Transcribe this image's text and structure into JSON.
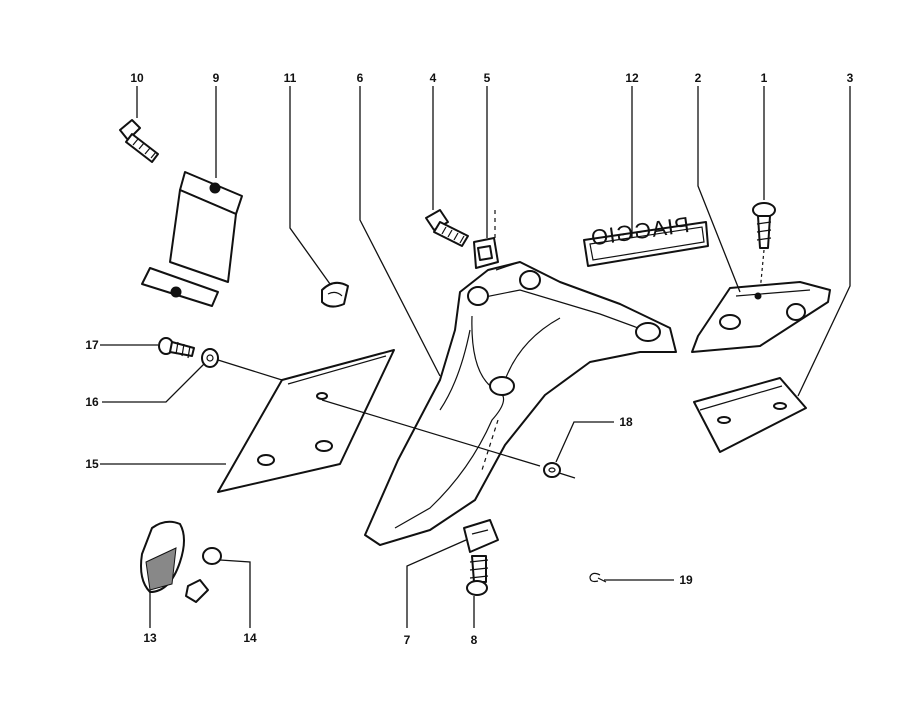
{
  "callouts": [
    {
      "id": "1",
      "label": "1"
    },
    {
      "id": "2",
      "label": "2"
    },
    {
      "id": "3",
      "label": "3"
    },
    {
      "id": "4",
      "label": "4"
    },
    {
      "id": "5",
      "label": "5"
    },
    {
      "id": "6",
      "label": "6"
    },
    {
      "id": "7",
      "label": "7"
    },
    {
      "id": "8",
      "label": "8"
    },
    {
      "id": "9",
      "label": "9"
    },
    {
      "id": "10",
      "label": "10"
    },
    {
      "id": "11",
      "label": "11"
    },
    {
      "id": "12",
      "label": "12"
    },
    {
      "id": "13",
      "label": "13"
    },
    {
      "id": "14",
      "label": "14"
    },
    {
      "id": "15",
      "label": "15"
    },
    {
      "id": "16",
      "label": "16"
    },
    {
      "id": "17",
      "label": "17"
    },
    {
      "id": "18",
      "label": "18"
    },
    {
      "id": "19",
      "label": "19"
    }
  ],
  "logo_text": "PIAGGIO"
}
